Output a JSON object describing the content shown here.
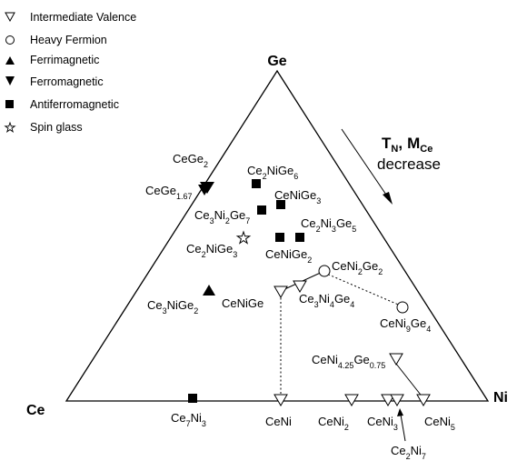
{
  "legend": [
    {
      "symbol": "open-down-triangle",
      "label": "Intermediate Valence"
    },
    {
      "symbol": "open-circle",
      "label": "Heavy Fermion"
    },
    {
      "symbol": "filled-up-triangle",
      "label": "Ferrimagnetic"
    },
    {
      "symbol": "filled-down-triangle",
      "label": "Ferromagnetic"
    },
    {
      "symbol": "filled-square",
      "label": "Antiferromagnetic"
    },
    {
      "symbol": "open-star",
      "label": "Spin glass"
    }
  ],
  "vertices": {
    "top": "Ge",
    "left": "Ce",
    "right": "Ni"
  },
  "trend": {
    "t": "T",
    "t_sub": "N",
    "m": "M",
    "m_sub": "Ce",
    "comma": ",",
    "word": "decrease"
  },
  "compounds": {
    "ceni": [
      {
        "t": "CeNi",
        "s": false
      }
    ],
    "ce7ni3": [
      {
        "t": "Ce",
        "s": false
      },
      {
        "t": "7",
        "s": true
      },
      {
        "t": "Ni",
        "s": false
      },
      {
        "t": "3",
        "s": true
      }
    ],
    "ceni2": [
      {
        "t": "CeNi",
        "s": false
      },
      {
        "t": "2",
        "s": true
      }
    ],
    "ceni3": [
      {
        "t": "CeNi",
        "s": false
      },
      {
        "t": "3",
        "s": true
      }
    ],
    "ceni5": [
      {
        "t": "CeNi",
        "s": false
      },
      {
        "t": "5",
        "s": true
      }
    ],
    "ce2ni7": [
      {
        "t": "Ce",
        "s": false
      },
      {
        "t": "2",
        "s": true
      },
      {
        "t": "Ni",
        "s": false
      },
      {
        "t": "7",
        "s": true
      }
    ],
    "ceni425": [
      {
        "t": "CeNi",
        "s": false
      },
      {
        "t": "4.25",
        "s": true
      },
      {
        "t": "Ge",
        "s": false
      },
      {
        "t": "0.75",
        "s": true
      }
    ],
    "ceni9ge4": [
      {
        "t": "CeNi",
        "s": false
      },
      {
        "t": "9",
        "s": true
      },
      {
        "t": "Ge",
        "s": false
      },
      {
        "t": "4",
        "s": true
      }
    ],
    "cenige": [
      {
        "t": "CeNiGe",
        "s": false
      }
    ],
    "ce3ni4ge4": [
      {
        "t": "Ce",
        "s": false
      },
      {
        "t": "3",
        "s": true
      },
      {
        "t": "Ni",
        "s": false
      },
      {
        "t": "4",
        "s": true
      },
      {
        "t": "Ge",
        "s": false
      },
      {
        "t": "4",
        "s": true
      }
    ],
    "ceni2ge2": [
      {
        "t": "CeNi",
        "s": false
      },
      {
        "t": "2",
        "s": true
      },
      {
        "t": "Ge",
        "s": false
      },
      {
        "t": "2",
        "s": true
      }
    ],
    "ce3nige2": [
      {
        "t": "Ce",
        "s": false
      },
      {
        "t": "3",
        "s": true
      },
      {
        "t": "NiGe",
        "s": false
      },
      {
        "t": "2",
        "s": true
      }
    ],
    "ce2nige3": [
      {
        "t": "Ce",
        "s": false
      },
      {
        "t": "2",
        "s": true
      },
      {
        "t": "NiGe",
        "s": false
      },
      {
        "t": "3",
        "s": true
      }
    ],
    "cenige2": [
      {
        "t": "CeNiGe",
        "s": false
      },
      {
        "t": "2",
        "s": true
      }
    ],
    "ce2ni3ge5": [
      {
        "t": "Ce",
        "s": false
      },
      {
        "t": "2",
        "s": true
      },
      {
        "t": "Ni",
        "s": false
      },
      {
        "t": "3",
        "s": true
      },
      {
        "t": "Ge",
        "s": false
      },
      {
        "t": "5",
        "s": true
      }
    ],
    "ce3ni2ge7": [
      {
        "t": "Ce",
        "s": false
      },
      {
        "t": "3",
        "s": true
      },
      {
        "t": "Ni",
        "s": false
      },
      {
        "t": "2",
        "s": true
      },
      {
        "t": "Ge",
        "s": false
      },
      {
        "t": "7",
        "s": true
      }
    ],
    "cenige3": [
      {
        "t": "CeNiGe",
        "s": false
      },
      {
        "t": "3",
        "s": true
      }
    ],
    "ce2nige6": [
      {
        "t": "Ce",
        "s": false
      },
      {
        "t": "2",
        "s": true
      },
      {
        "t": "NiGe",
        "s": false
      },
      {
        "t": "6",
        "s": true
      }
    ],
    "cege2": [
      {
        "t": "CeGe",
        "s": false
      },
      {
        "t": "2",
        "s": true
      }
    ],
    "cege167": [
      {
        "t": "CeGe",
        "s": false
      },
      {
        "t": "1.67",
        "s": true
      }
    ]
  }
}
